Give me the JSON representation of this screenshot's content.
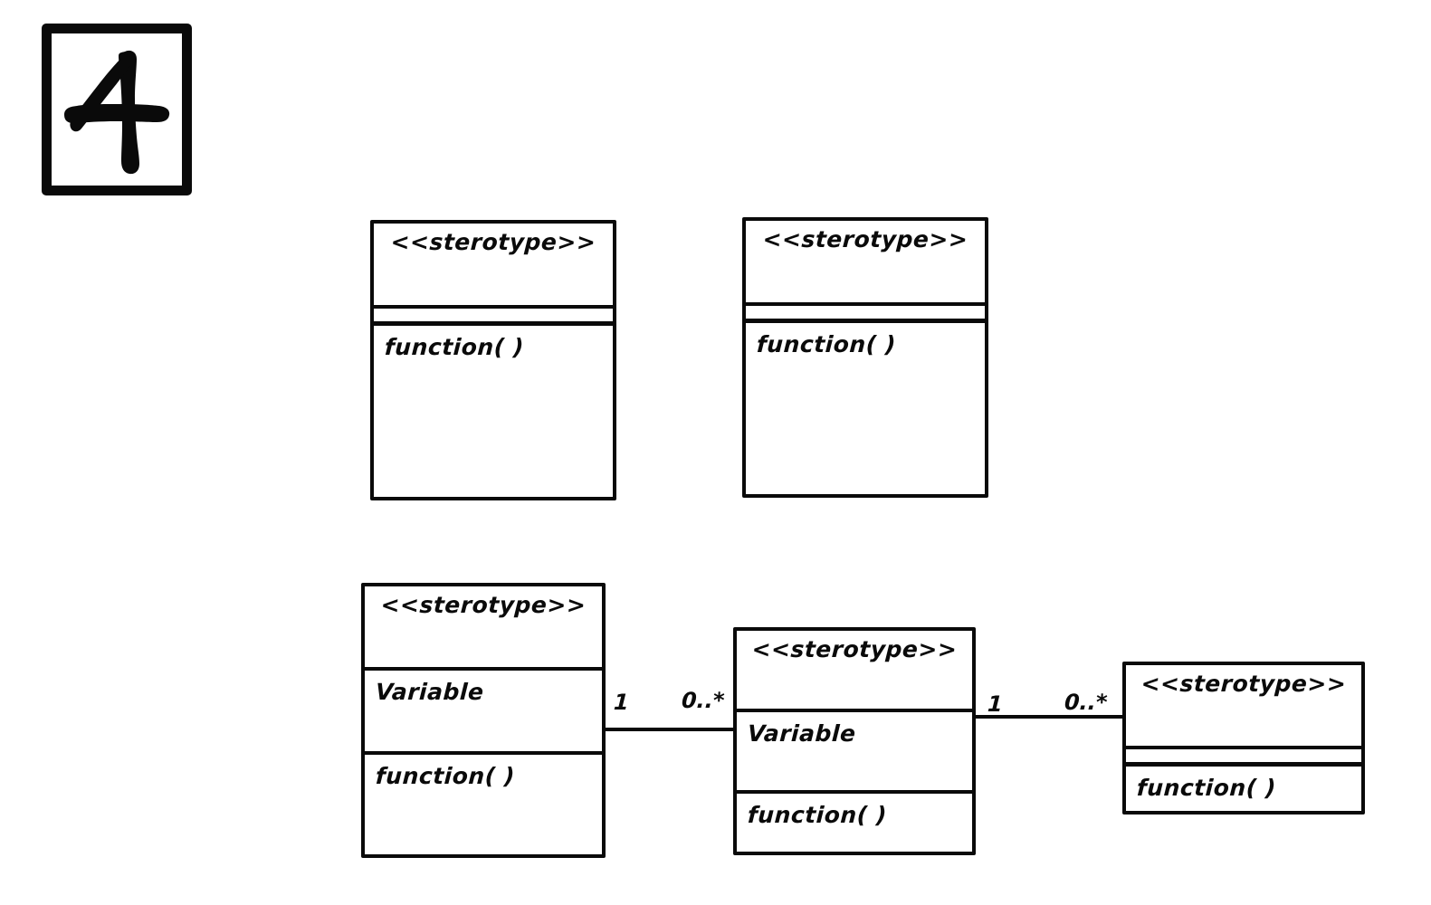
{
  "page": {
    "number": "4",
    "badge_icon": "handwritten-four"
  },
  "diagram": {
    "type": "uml-class-diagram",
    "style": "hand-drawn",
    "stroke_color": "#0a0a0a",
    "background_color": "#ffffff",
    "classes": [
      {
        "id": "class-top-left",
        "stereotype": "<<sterotype>>",
        "attributes": "",
        "operations": "function( )",
        "has_empty_attribute_row": true
      },
      {
        "id": "class-top-right",
        "stereotype": "<<sterotype>>",
        "attributes": "",
        "operations": "function( )",
        "has_empty_attribute_row": true
      },
      {
        "id": "class-bottom-left",
        "stereotype": "<<sterotype>>",
        "attributes": "Variable",
        "operations": "function( )",
        "has_empty_attribute_row": false
      },
      {
        "id": "class-bottom-middle",
        "stereotype": "<<sterotype>>",
        "attributes": "Variable",
        "operations": "function( )",
        "has_empty_attribute_row": false
      },
      {
        "id": "class-bottom-right",
        "stereotype": "<<sterotype>>",
        "attributes": "",
        "operations": "function( )",
        "has_empty_attribute_row": true
      }
    ],
    "associations": [
      {
        "id": "assoc-left",
        "source": "class-bottom-left",
        "target": "class-bottom-middle",
        "source_multiplicity": "1",
        "target_multiplicity": "0..*"
      },
      {
        "id": "assoc-right",
        "source": "class-bottom-middle",
        "target": "class-bottom-right",
        "source_multiplicity": "1",
        "target_multiplicity": "0..*"
      }
    ]
  }
}
